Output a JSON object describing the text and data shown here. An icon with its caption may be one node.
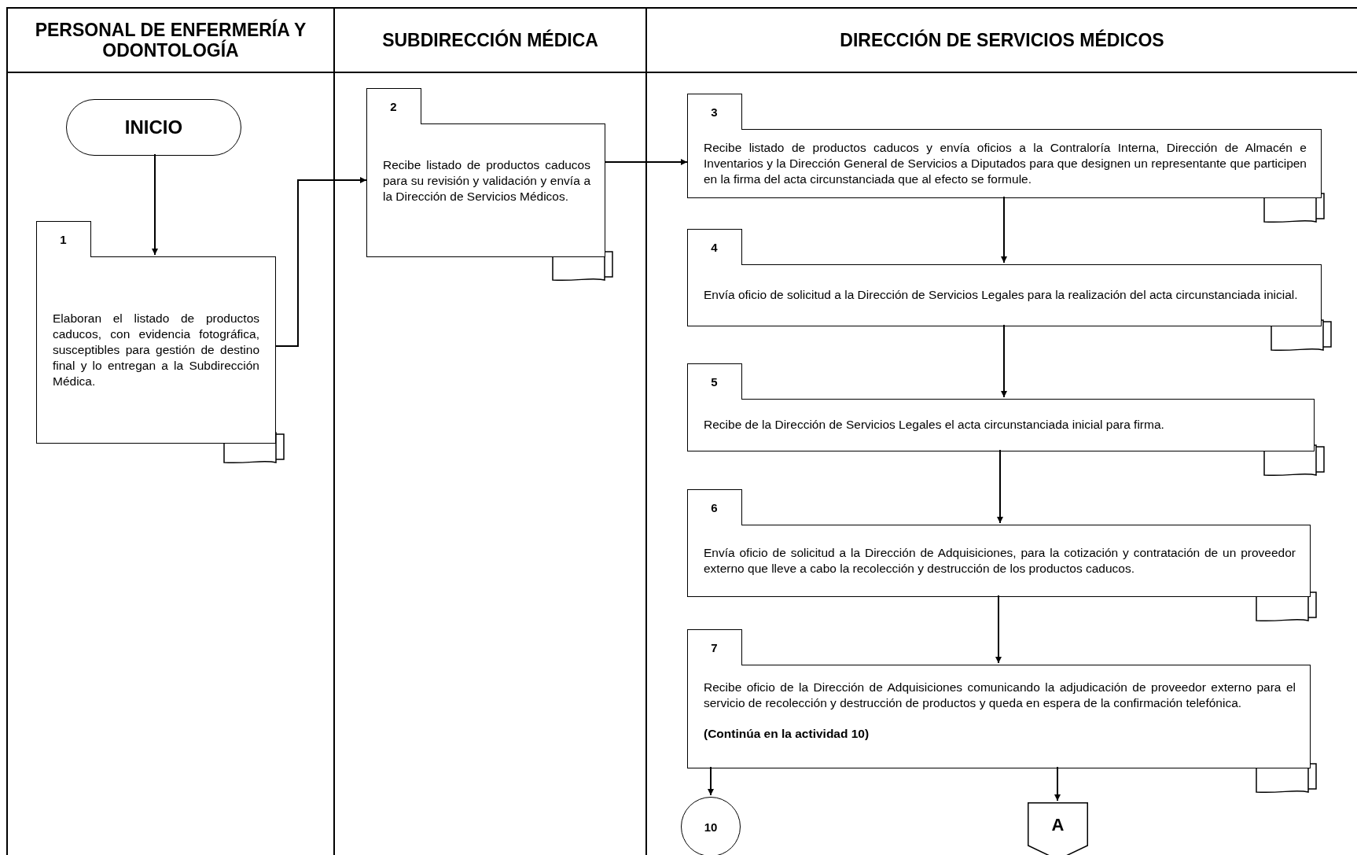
{
  "diagram": {
    "nodes": [
      {
        "text": [
          "PERSONAL DE ENFERMERÍA Y ODONTOLOGÍA"
        ]
      },
      {
        "text": [
          "SUBDIRECCIÓN MÉDICA"
        ]
      },
      {
        "text": [
          "DIRECCIÓN DE SERVICIOS MÉDICOS"
        ]
      },
      {
        "text": [
          "INICIO"
        ],
        "in": 0
      },
      {
        "text": [
          "1",
          "Elaboran el listado de productos caducos, con evidencia fotográfica, susceptibles para gestión de destino final y lo entregan a la Subdirección Médica."
        ],
        "in": 0
      },
      {
        "text": [
          "2",
          "Recibe listado de productos caducos para su revisión y validación y envía a la Dirección de Servicios Médicos."
        ],
        "in": 1
      },
      {
        "text": [
          "3",
          "Recibe listado de productos caducos y envía oficios a la Contraloría Interna, Dirección de Almacén e Inventarios y la Dirección General de Servicios a Diputados para que designen un representante que participen en la firma del acta circunstanciada que al efecto se formule."
        ],
        "in": 2
      },
      {
        "text": [
          "4",
          "Envía oficio de solicitud a la Dirección de Servicios Legales para la realización del acta circunstanciada inicial."
        ],
        "in": 2
      },
      {
        "text": [
          "5",
          "Recibe de la Dirección de Servicios Legales el acta circunstanciada inicial para firma."
        ],
        "in": 2
      },
      {
        "text": [
          "6",
          "Envía oficio de solicitud a la Dirección de Adquisiciones, para la cotización y contratación de un proveedor externo que lleve a cabo la recolección y destrucción de los productos caducos."
        ],
        "in": 2
      },
      {
        "text": [
          "7",
          "Recibe oficio de la Dirección de Adquisiciones comunicando la adjudicación de proveedor externo para el servicio de recolección y destrucción de productos y queda en espera de la confirmación telefónica.",
          "(Continúa en la actividad 10)"
        ],
        "in": 2
      },
      {
        "text": [
          "10"
        ],
        "in": 2
      },
      {
        "text": [
          "A"
        ],
        "in": 2
      }
    ],
    "edges": [
      {
        "from": 3,
        "to": 4,
        "arrow": "to"
      },
      {
        "from": 4,
        "to": 5,
        "arrow": "to"
      },
      {
        "from": 5,
        "to": 6,
        "arrow": "to"
      },
      {
        "from": 6,
        "to": 7,
        "arrow": "to"
      },
      {
        "from": 7,
        "to": 8,
        "arrow": "to"
      },
      {
        "from": 8,
        "to": 9,
        "arrow": "to"
      },
      {
        "from": 9,
        "to": 10,
        "arrow": "to"
      },
      {
        "from": 10,
        "to": 11,
        "arrow": "to"
      },
      {
        "from": 10,
        "to": 12,
        "arrow": "to"
      }
    ]
  }
}
